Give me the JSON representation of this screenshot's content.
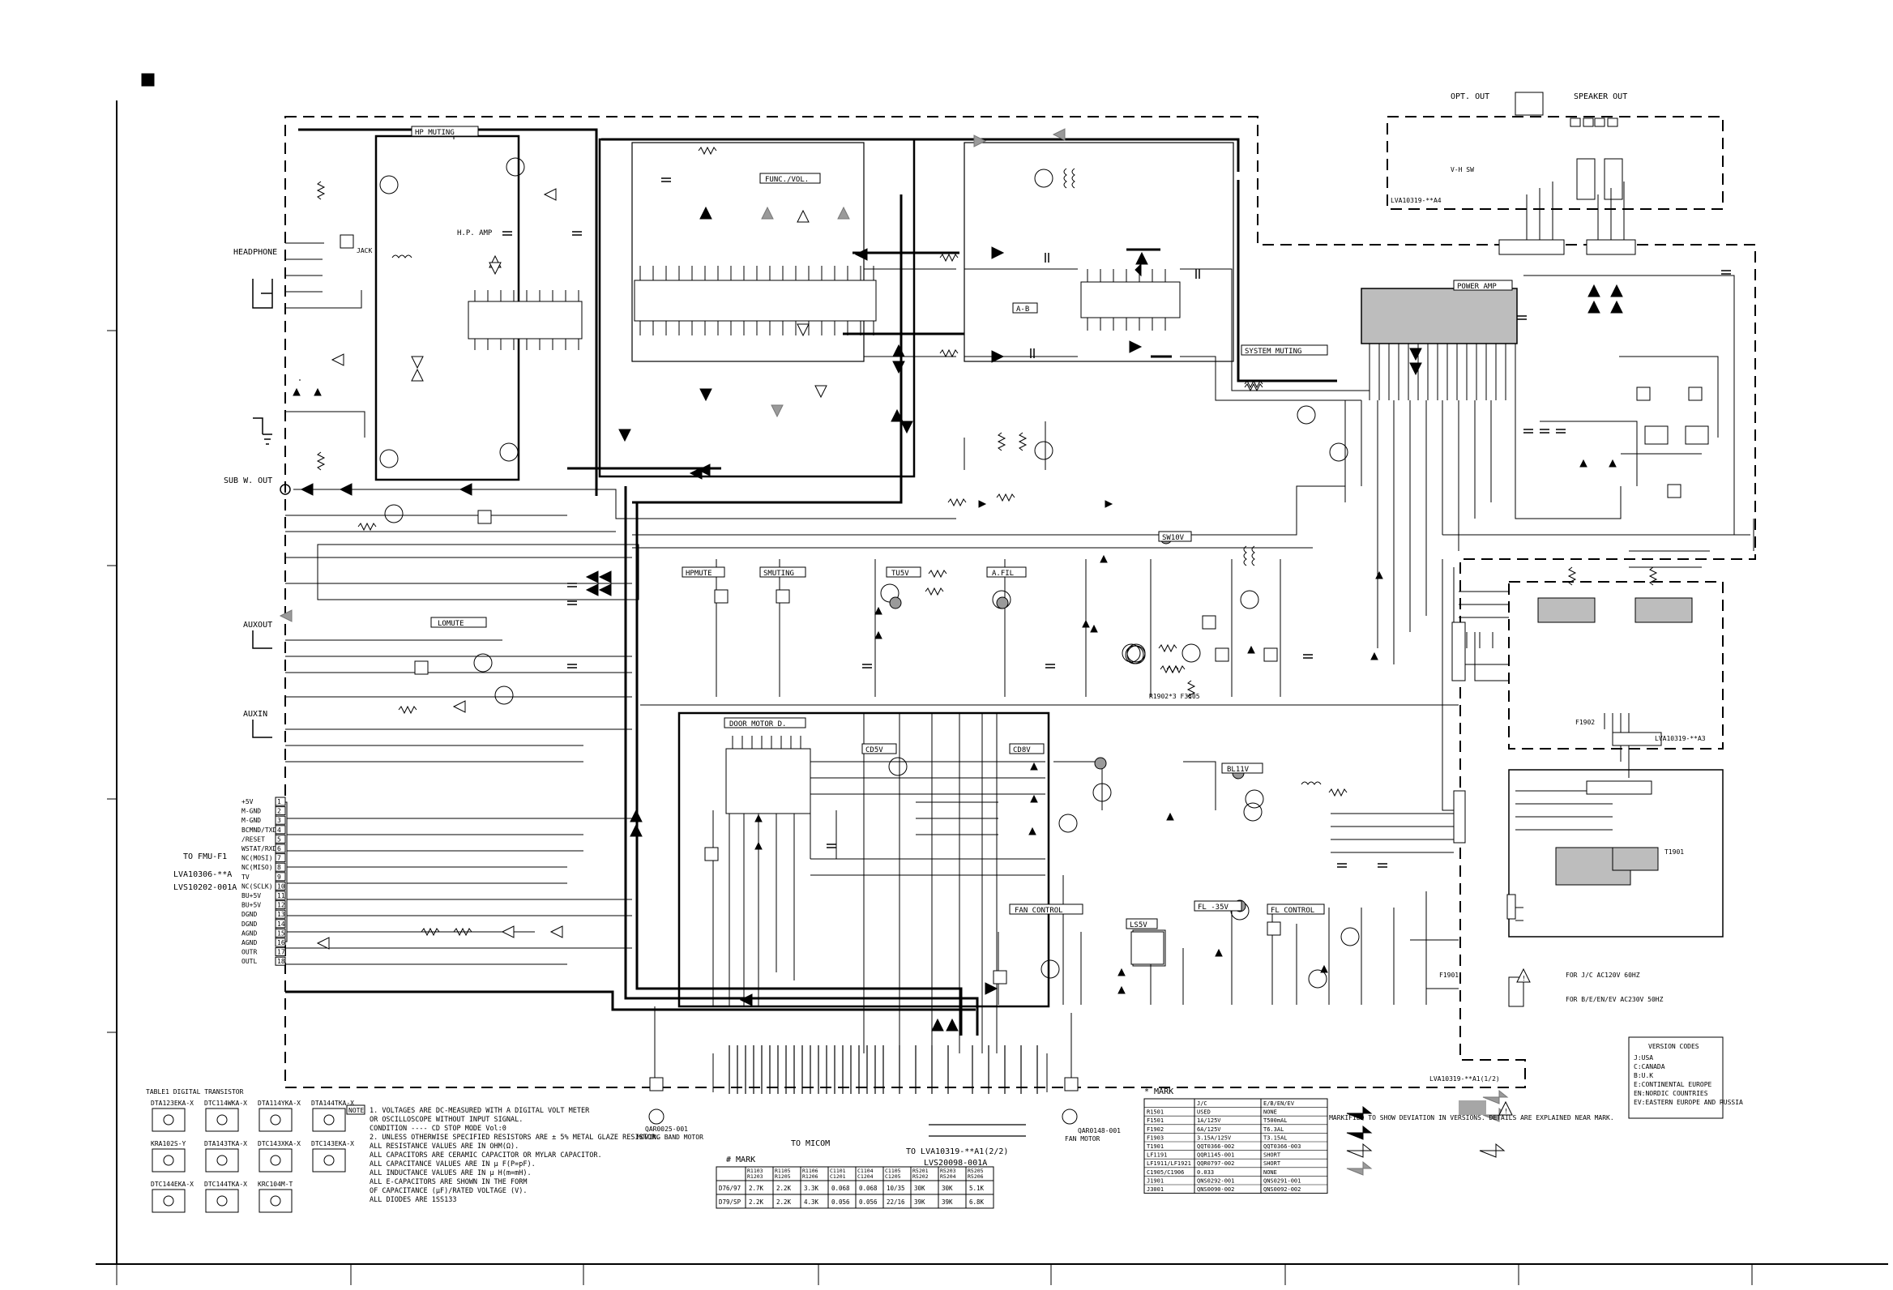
{
  "boxes": {
    "hp_muting": "HP MUTING",
    "func_vol": "FUNC./VOL.",
    "a_b": "A-B",
    "hp_amp": "H.P. AMP",
    "power_amp": "POWER AMP",
    "system_muting": "SYSTEM MUTING",
    "lomute": "LOMUTE",
    "hpmute": "HPMUTE",
    "smuting": "SMUTING",
    "tu5v": "TU5V",
    "a_fil": "A.FIL",
    "sw10v": "SW10V",
    "door_motor": "DOOR MOTOR D.",
    "cd5v": "CD5V",
    "cd8v": "CD8V",
    "bl11v": "BL11V",
    "fan_control": "FAN CONTROL",
    "fl_35v": "FL -35V",
    "fl_control": "FL CONTROL",
    "ls5v": "LS5V"
  },
  "connectors": {
    "headphone": "HEADPHONE",
    "jack": "JACK",
    "sub_w_out": "SUB W. OUT",
    "auxout": "AUXOUT",
    "auxin": "AUXIN",
    "opt_out": "OPT. OUT",
    "speaker_out": "SPEAKER OUT",
    "v_h_sw": "V-H SW",
    "to_micom": "TO MICOM",
    "moving_band_motor": "MOVING BAND MOTOR",
    "fan_motor": "FAN MOTOR",
    "to_fmu": "TO FMU-F1",
    "fmu_lva": "LVA10306-**A",
    "fmu_lvs": "LVS10202-001A",
    "to_lva": "TO LVA10319-**A1(2/2)",
    "to_lvs": "LVS20098-001A"
  },
  "pcb_labels": {
    "a4": "LVA10319-**A4",
    "a3": "LVA10319-**A3",
    "a1": "LVA10319-**A1(1/2)"
  },
  "fmu_pins": [
    "+5V",
    "M-GND",
    "M-GND",
    "BCMND/TXD0",
    "/RESET",
    "WSTAT/RXD0",
    "NC(MOSI)",
    "NC(MISO)",
    "TV",
    "NC(SCLK)",
    "BU+5V",
    "BU+5V",
    "DGND",
    "DGND",
    "AGND",
    "AGND",
    "OUTR",
    "OUTL"
  ],
  "notes": [
    "1.  VOLTAGES ARE DC-MEASURED WITH A DIGITAL VOLT METER",
    "    OR OSCILLOSCOPE WITHOUT INPUT SIGNAL.",
    "    CONDITION ---- CD STOP MODE   Vol:0",
    "2.  UNLESS OTHERWISE SPECIFIED RESISTORS ARE ± 5% METAL GLAZE RESISTOR.",
    "    ALL RESISTANCE VALUES ARE IN OHM(Ω).",
    "    ALL CAPACITORS ARE CERAMIC CAPACITOR OR MYLAR CAPACITOR.",
    "    ALL CAPACITANCE VALUES ARE IN μ F(P=pF).",
    "    ALL INDUCTANCE VALUES ARE IN μ H(m=mH).",
    "    ALL E-CAPACITORS ARE SHOWN IN THE FORM",
    "    OF CAPACITANCE (μF)/RATED VOLTAGE (V).",
    "    ALL DIODES ARE 1SS133"
  ],
  "note_tag": "NOTE",
  "transistor_table": {
    "title": "TABLE1  DIGITAL TRANSISTOR",
    "parts": [
      "DTA123EKA-X",
      "DTC114WKA-X",
      "DTA114YKA-X",
      "DTA144TKA-X",
      "KRA102S-Y",
      "DTA143TKA-X",
      "DTC143XKA-X",
      "DTC143EKA-X",
      "DTC144EKA-X",
      "DTC144TKA-X",
      "KRC104M-T"
    ]
  },
  "value_table": {
    "title": "# MARK",
    "columns": [
      "R1103 R1203",
      "R1105 R1205",
      "R1106 R1206",
      "C1101 C1201",
      "C1104 C1204",
      "C1105 C1205",
      "R5201 R5202",
      "R5203 R5204",
      "R5205 R5206"
    ],
    "rows": [
      {
        "name": "D76/97",
        "values": [
          "2.7K",
          "2.2K",
          "3.3K",
          "0.068",
          "0.068",
          "10/35",
          "30K",
          "30K",
          "5.1K"
        ]
      },
      {
        "name": "D79/SP",
        "values": [
          "2.2K",
          "2.2K",
          "4.3K",
          "0.056",
          "0.056",
          "22/16",
          "39K",
          "39K",
          "6.8K"
        ]
      }
    ]
  },
  "fuse_table": {
    "title": "* MARK",
    "header": [
      "",
      "J/C",
      "E/B/EN/EV"
    ],
    "rows": [
      [
        "R1501",
        "USED",
        "NONE"
      ],
      [
        "F1501",
        "1A/125V",
        "T500mAL"
      ],
      [
        "F1902",
        "6A/125V",
        "T6.3AL"
      ],
      [
        "F1903",
        "3.15A/125V",
        "T3.15AL"
      ],
      [
        "T1901",
        "QQT0366-002",
        "QQT0366-003"
      ],
      [
        "LF1191",
        "QQR1145-001",
        "SHORT"
      ],
      [
        "LF1911/LF1921",
        "QQR0797-002",
        "SHORT"
      ],
      [
        "C1905/C1906",
        "0.033",
        "NONE"
      ],
      [
        "J1901",
        "QNS0292-001",
        "QNS0291-001"
      ],
      [
        "J3001",
        "QNS0090-002",
        "QNS0092-002"
      ]
    ]
  },
  "mark_note": "MARK:MARKIFIED TO SHOW DEVIATION IN VERSIONS. DETAILS ARE EXPLAINED NEAR MARK.",
  "version_codes": {
    "title": "VERSION CODES",
    "items": [
      "J:USA",
      "C:CANADA",
      "B:U.K",
      "E:CONTINENTAL EUROPE",
      "EN:NORDIC COUNTRIES",
      "EV:EASTERN EUROPE AND RUSSIA"
    ]
  },
  "power_spec": {
    "jc": "FOR J/C AC120V 60HZ",
    "ebenev": "FOR B/E/EN/EV AC230V 50HZ"
  },
  "parts": {
    "t1901": "T1901",
    "f1901": "F1901",
    "f1902": "F1902",
    "motor1": "QAR0025-001",
    "motor2": "QAR0148-001",
    "r1902": "R1902*3 F3505"
  },
  "colors": {
    "line": "#000000",
    "grey_arrow": "#9a9a9a",
    "ic_fill": "#bdbdbd",
    "mark_grey": "#a6a6a6"
  }
}
